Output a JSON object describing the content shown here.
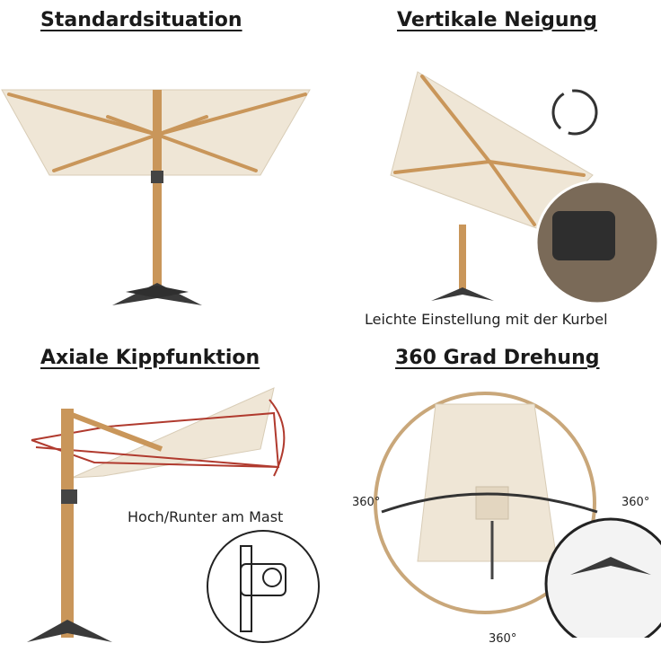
{
  "titles": {
    "q1": "Standardsituation",
    "q2": "Vertikale Neigung",
    "q3": "Axiale Kippfunktion",
    "q4": "360 Grad Drehung"
  },
  "captions": {
    "q2": "Leichte Einstellung mit der Kurbel",
    "q3": "Hoch/Runter am Mast"
  },
  "degree_labels": {
    "left": "360°",
    "right": "360°",
    "bottom": "360°"
  },
  "colors": {
    "canopy": "#efe6d6",
    "wood": "#c9965a",
    "base": "#3a3a3a",
    "accent": "#b03a2e"
  }
}
